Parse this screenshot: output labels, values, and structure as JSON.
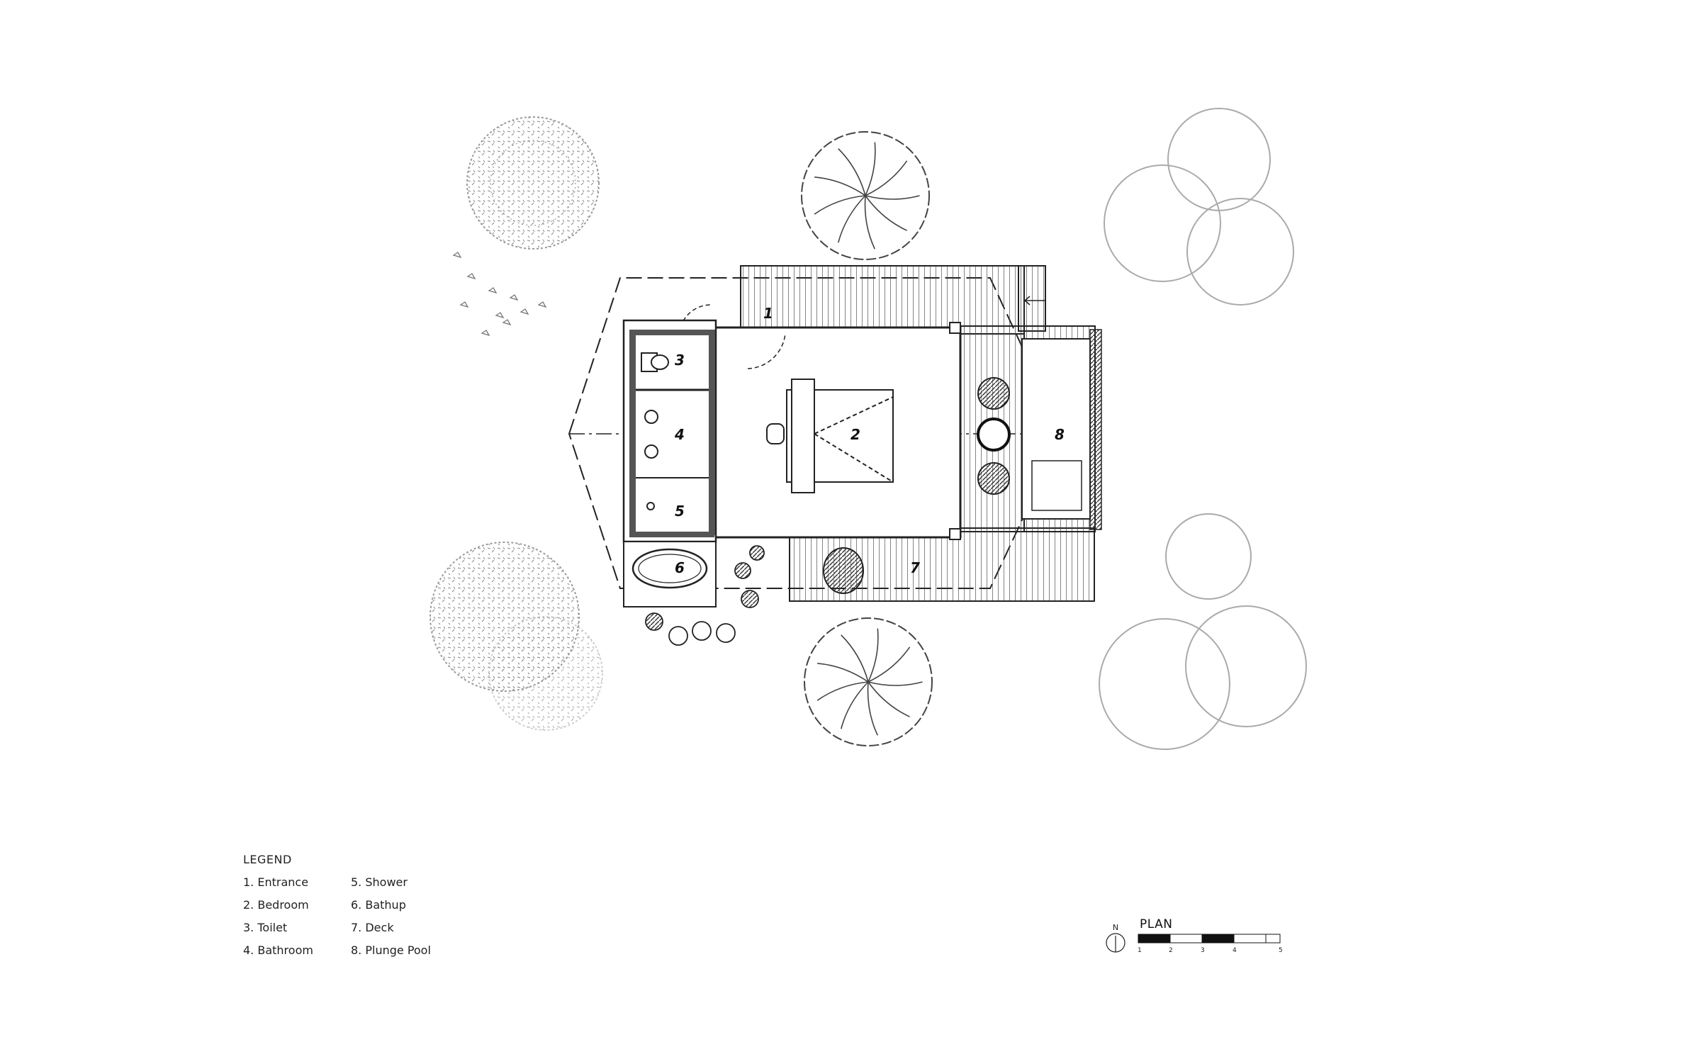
{
  "plan": {
    "title": "PLAN",
    "north_label": "N",
    "scale_ticks": [
      "1",
      "2",
      "3",
      "4",
      "5"
    ]
  },
  "room_numbers": [
    "1",
    "2",
    "3",
    "4",
    "5",
    "6",
    "7",
    "8"
  ],
  "legend": {
    "title": "LEGEND",
    "items": [
      "1. Entrance",
      "2. Bedroom",
      "3. Toilet",
      "4. Bathroom",
      "5. Shower",
      "6. Bathup",
      "7. Deck",
      "8. Plunge Pool"
    ]
  },
  "colors": {
    "wall": "#555555",
    "line": "#222222",
    "tree_light": "#bdbdbd",
    "deck": "#444444"
  }
}
